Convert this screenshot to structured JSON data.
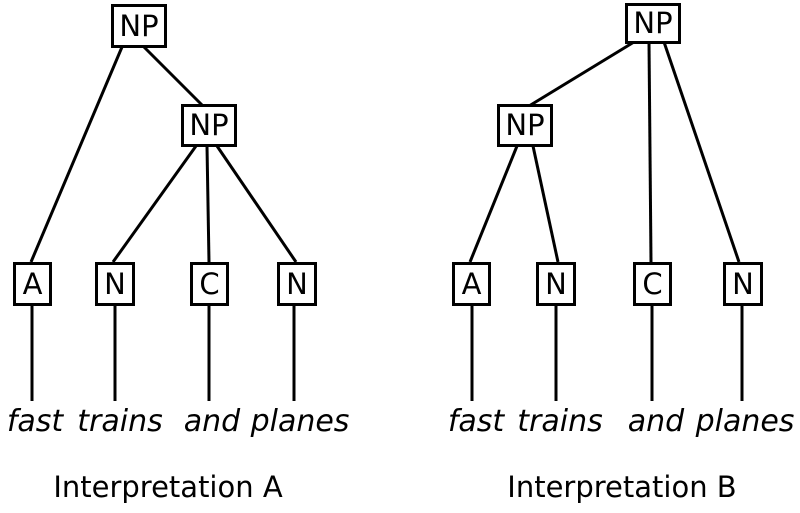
{
  "diagram": {
    "title_implicit": "Syntax trees for the phrase 'fast trains and planes'",
    "tree_a": {
      "caption": "Interpretation A",
      "root_label": "NP",
      "inner_label": "NP",
      "leaf_labels": [
        "A",
        "N",
        "C",
        "N"
      ],
      "words": [
        "fast",
        "trains",
        "and",
        "planes"
      ]
    },
    "tree_b": {
      "caption": "Interpretation B",
      "root_label": "NP",
      "inner_label": "NP",
      "leaf_labels": [
        "A",
        "N",
        "C",
        "N"
      ],
      "words": [
        "fast",
        "trains",
        "and",
        "planes"
      ]
    },
    "colors": {
      "line": "#000000",
      "background": "#ffffff",
      "text": "#000000"
    }
  }
}
